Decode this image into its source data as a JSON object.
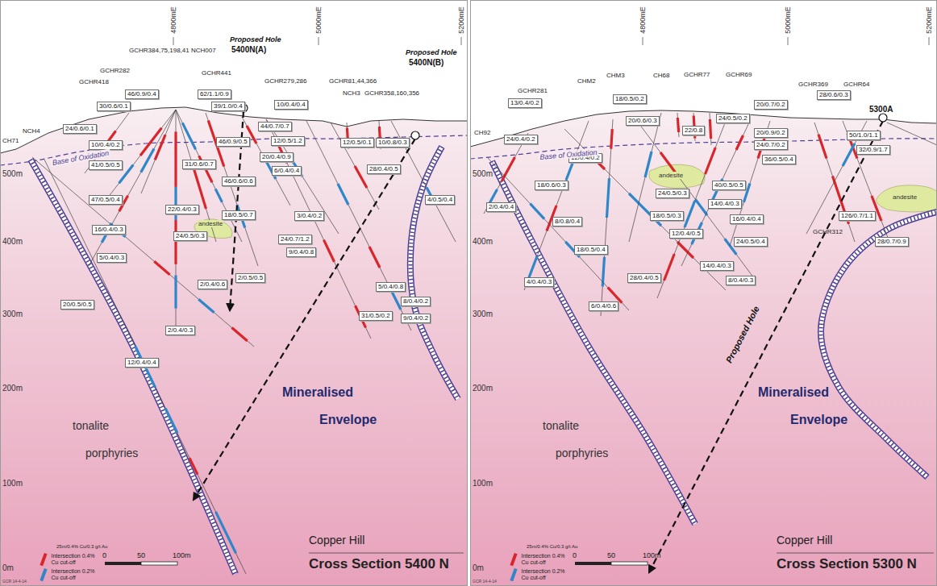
{
  "diagram": {
    "nodes": [
      {
        "text": [
          "46/0.9/0.4"
        ]
      },
      {
        "text": [
          "62/1.1/0.9"
        ]
      },
      {
        "text": [
          "30/0.6/0.1"
        ]
      },
      {
        "text": [
          "39/1.0/0.4"
        ]
      },
      {
        "text": [
          "10/0.4/0.4"
        ]
      },
      {
        "text": [
          "24/0.6/0.1"
        ]
      },
      {
        "text": [
          "44/0.7/0.7"
        ]
      },
      {
        "text": [
          "10/0.4/0.2"
        ]
      },
      {
        "text": [
          "46/0.9/0.5"
        ]
      },
      {
        "text": [
          "12/0.5/1.2"
        ]
      },
      {
        "text": [
          "12/0.5/0.1"
        ]
      },
      {
        "text": [
          "10/0.8/0.3"
        ]
      },
      {
        "text": [
          "20/0.4/0.9"
        ]
      },
      {
        "text": [
          "31/0.6/0.7"
        ]
      },
      {
        "text": [
          "41/0.5/0.5"
        ]
      },
      {
        "text": [
          "6/0.4/0.4"
        ]
      },
      {
        "text": [
          "28/0.4/0.5"
        ]
      },
      {
        "text": [
          "46/0.6/0.6"
        ]
      },
      {
        "text": [
          "47/0.5/0.4"
        ]
      },
      {
        "text": [
          "4/0.5/0.4"
        ]
      },
      {
        "text": [
          "22/0.4/0.3"
        ]
      },
      {
        "text": [
          "18/0.5/0.7"
        ]
      },
      {
        "text": [
          "3/0.4/0.2"
        ]
      },
      {
        "text": [
          "16/0.4/0.3"
        ]
      },
      {
        "text": [
          "24/0.5/0.3"
        ]
      },
      {
        "text": [
          "24/0.7/1.2"
        ]
      },
      {
        "text": [
          "9/0.4/0.8"
        ]
      },
      {
        "text": [
          "5/0.4/0.3"
        ]
      },
      {
        "text": [
          "2/0.5/0.5"
        ]
      },
      {
        "text": [
          "2/0.4/0.6"
        ]
      },
      {
        "text": [
          "5/0.4/0.8"
        ]
      },
      {
        "text": [
          "8/0.4/0.2"
        ]
      },
      {
        "text": [
          "20/0.5/0.5"
        ]
      },
      {
        "text": [
          "31/0.5/0.2"
        ]
      },
      {
        "text": [
          "9/0.4/0.2"
        ]
      },
      {
        "text": [
          "2/0.4/0.3"
        ]
      },
      {
        "text": [
          "12/0.4/0.4"
        ]
      },
      {
        "text": [
          "13/0.4/0.2"
        ]
      },
      {
        "text": [
          "18/0.5/0.2"
        ]
      },
      {
        "text": [
          "28/0.6/0.3"
        ]
      },
      {
        "text": [
          "20/0.7/0.2"
        ]
      },
      {
        "text": [
          "24/0.5/0.2"
        ]
      },
      {
        "text": [
          "20/0.6/0.3"
        ]
      },
      {
        "text": [
          "22/0.8"
        ]
      },
      {
        "text": [
          "20/0.9/0.2"
        ]
      },
      {
        "text": [
          "50/1.0/1.1"
        ]
      },
      {
        "text": [
          "24/0.4/0.2"
        ]
      },
      {
        "text": [
          "24/0.7/0.2"
        ]
      },
      {
        "text": [
          "32/0.9/1.7"
        ]
      },
      {
        "text": [
          "12/0.4/0.2"
        ]
      },
      {
        "text": [
          "36/0.5/0.4"
        ]
      },
      {
        "text": [
          "40/0.5/0.5"
        ]
      },
      {
        "text": [
          "18/0.6/0.3"
        ]
      },
      {
        "text": [
          "24/0.5/0.3"
        ]
      },
      {
        "text": [
          "14/0.4/0.3"
        ]
      },
      {
        "text": [
          "2/0.4/0.4"
        ]
      },
      {
        "text": [
          "126/0.7/1.1"
        ]
      },
      {
        "text": [
          "18/0.5/0.3"
        ]
      },
      {
        "text": [
          "16/0.4/0.4"
        ]
      },
      {
        "text": [
          "8/0.8/0.4"
        ]
      },
      {
        "text": [
          "12/0.4/0.5"
        ]
      },
      {
        "text": [
          "24/0.5/0.4"
        ]
      },
      {
        "text": [
          "28/0.7/0.9"
        ]
      },
      {
        "text": [
          "18/0.5/0.4"
        ]
      },
      {
        "text": [
          "14/0.4/0.3"
        ]
      },
      {
        "text": [
          "8/0.4/0.3"
        ]
      },
      {
        "text": [
          "28/0.4/0.5"
        ]
      },
      {
        "text": [
          "4/0.4/0.3"
        ]
      },
      {
        "text": [
          "6/0.4/0.6"
        ]
      }
    ],
    "labels": [
      "4800mE",
      "5000mE",
      "5200mE",
      "GCHR418",
      "GCHR282",
      "GCHR384,75,198,41 NCH007",
      "GCHR441",
      "Proposed Hole",
      "5400N(A)",
      "GCHR279,286",
      "GCHR81,44,366",
      "NCH3",
      "GCHR358,160,356",
      "Proposed Hole",
      "5400N(B)",
      "CH71",
      "NCH4",
      "Base of Oxidation",
      "andesite",
      "500m",
      "400m",
      "300m",
      "200m",
      "100m",
      "0m",
      "tonalite",
      "porphyries",
      "Mineralised",
      "Envelope",
      "25m/0.4% Cu/0.3 g/t Au",
      "0",
      "50",
      "100m",
      "Copper Hill",
      "Cross Section 5400 N",
      "GCR 14-4-14",
      "4800mE",
      "5000mE",
      "5200mE",
      "GCHR281",
      "CHM2",
      "CHM3",
      "CH68",
      "GCHR77",
      "GCHR69",
      "GCHR369",
      "GCHR64",
      "5300A",
      "CH92",
      "GCHR312",
      "Base of Oxidation",
      "andesite",
      "andesite",
      "Proposed Hole",
      "500m",
      "400m",
      "300m",
      "200m",
      "100m",
      "0m",
      "tonalite",
      "porphyries",
      "Mineralised",
      "Envelope",
      "25m/0.4% Cu/0.3 g/t Au",
      "0",
      "50",
      "100m",
      "Copper Hill",
      "Cross Section 5300 N",
      "GCR 14-4-14"
    ],
    "legend": [
      {
        "text": "Intersection 0.4% Cu cut-off",
        "color": "#d9262c"
      },
      {
        "text": "Intersection 0.2% Cu cut-off",
        "color": "#2f86c8"
      },
      {
        "text": "Intersection 0.4% Cu cut-off",
        "color": "#d9262c"
      },
      {
        "text": "Intersection 0.2% Cu cut-off",
        "color": "#2f86c8"
      }
    ]
  }
}
